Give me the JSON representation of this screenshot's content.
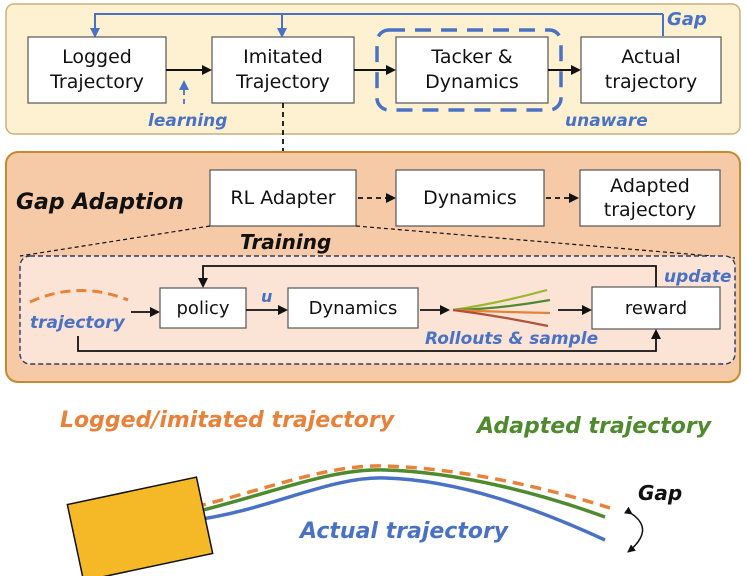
{
  "top_panel": {
    "boxes": {
      "logged": [
        "Logged",
        "Trajectory"
      ],
      "imitated": [
        "Imitated",
        "Trajectory"
      ],
      "tracker": [
        "Tacker &",
        "Dynamics"
      ],
      "actual": [
        "Actual",
        "trajectory"
      ]
    },
    "labels": {
      "gap": "Gap",
      "learning": "learning",
      "unaware": "unaware"
    }
  },
  "adaption_panel": {
    "title": "Gap Adaption",
    "boxes": {
      "rl_adapter": "RL Adapter",
      "dynamics": "Dynamics",
      "adapted": [
        "Adapted",
        "trajectory"
      ]
    },
    "training": {
      "title": "Training",
      "trajectory_label": "trajectory",
      "policy": "policy",
      "u_label": "u",
      "dynamics": "Dynamics",
      "rollouts_label": "Rollouts & sample",
      "reward": "reward",
      "update_label": "update"
    }
  },
  "bottom": {
    "legend_logged": "Logged/imitated trajectory",
    "legend_adapted": "Adapted trajectory",
    "actual_label": "Actual trajectory",
    "gap_label": "Gap"
  },
  "colors": {
    "top_panel_fill": "#fdf1d2",
    "adaption_panel_fill": "#f6c9a7",
    "training_fill": "#fbe3d6",
    "blue": "#4a72c4",
    "orange": "#e8823a",
    "green": "#4f8a2e",
    "vehicle": "#f5b827"
  }
}
